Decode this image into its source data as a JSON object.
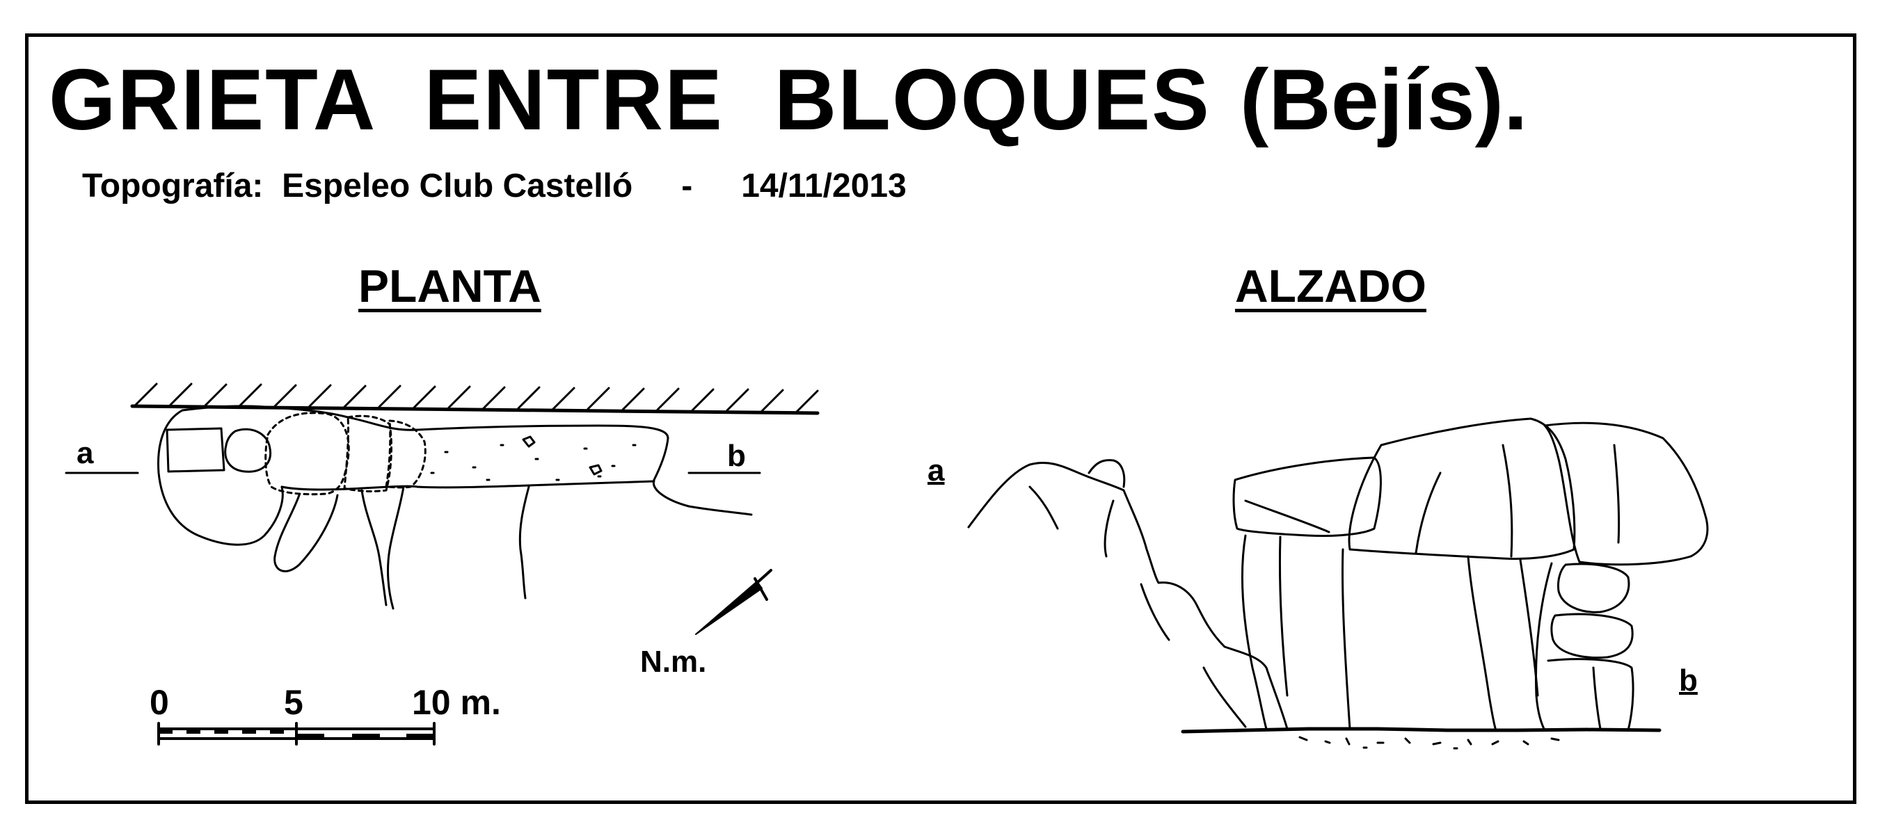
{
  "title": {
    "main": "GRIETA  ENTRE  BLOQUES",
    "place": "(Bejís)."
  },
  "credits": {
    "label": "Topografía:  Espeleo Club Castelló",
    "separator": "-",
    "date": "14/11/2013"
  },
  "sections": {
    "plan": "PLANTA",
    "elevation": "ALZADO"
  },
  "plan_labels": {
    "a": "a",
    "b": "b",
    "north": "N.m."
  },
  "elevation_labels": {
    "a": "a",
    "b": "b"
  },
  "scale": {
    "ticks": [
      "0",
      "5",
      "10 m."
    ]
  },
  "colors": {
    "ink": "#000000",
    "paper": "#ffffff"
  }
}
